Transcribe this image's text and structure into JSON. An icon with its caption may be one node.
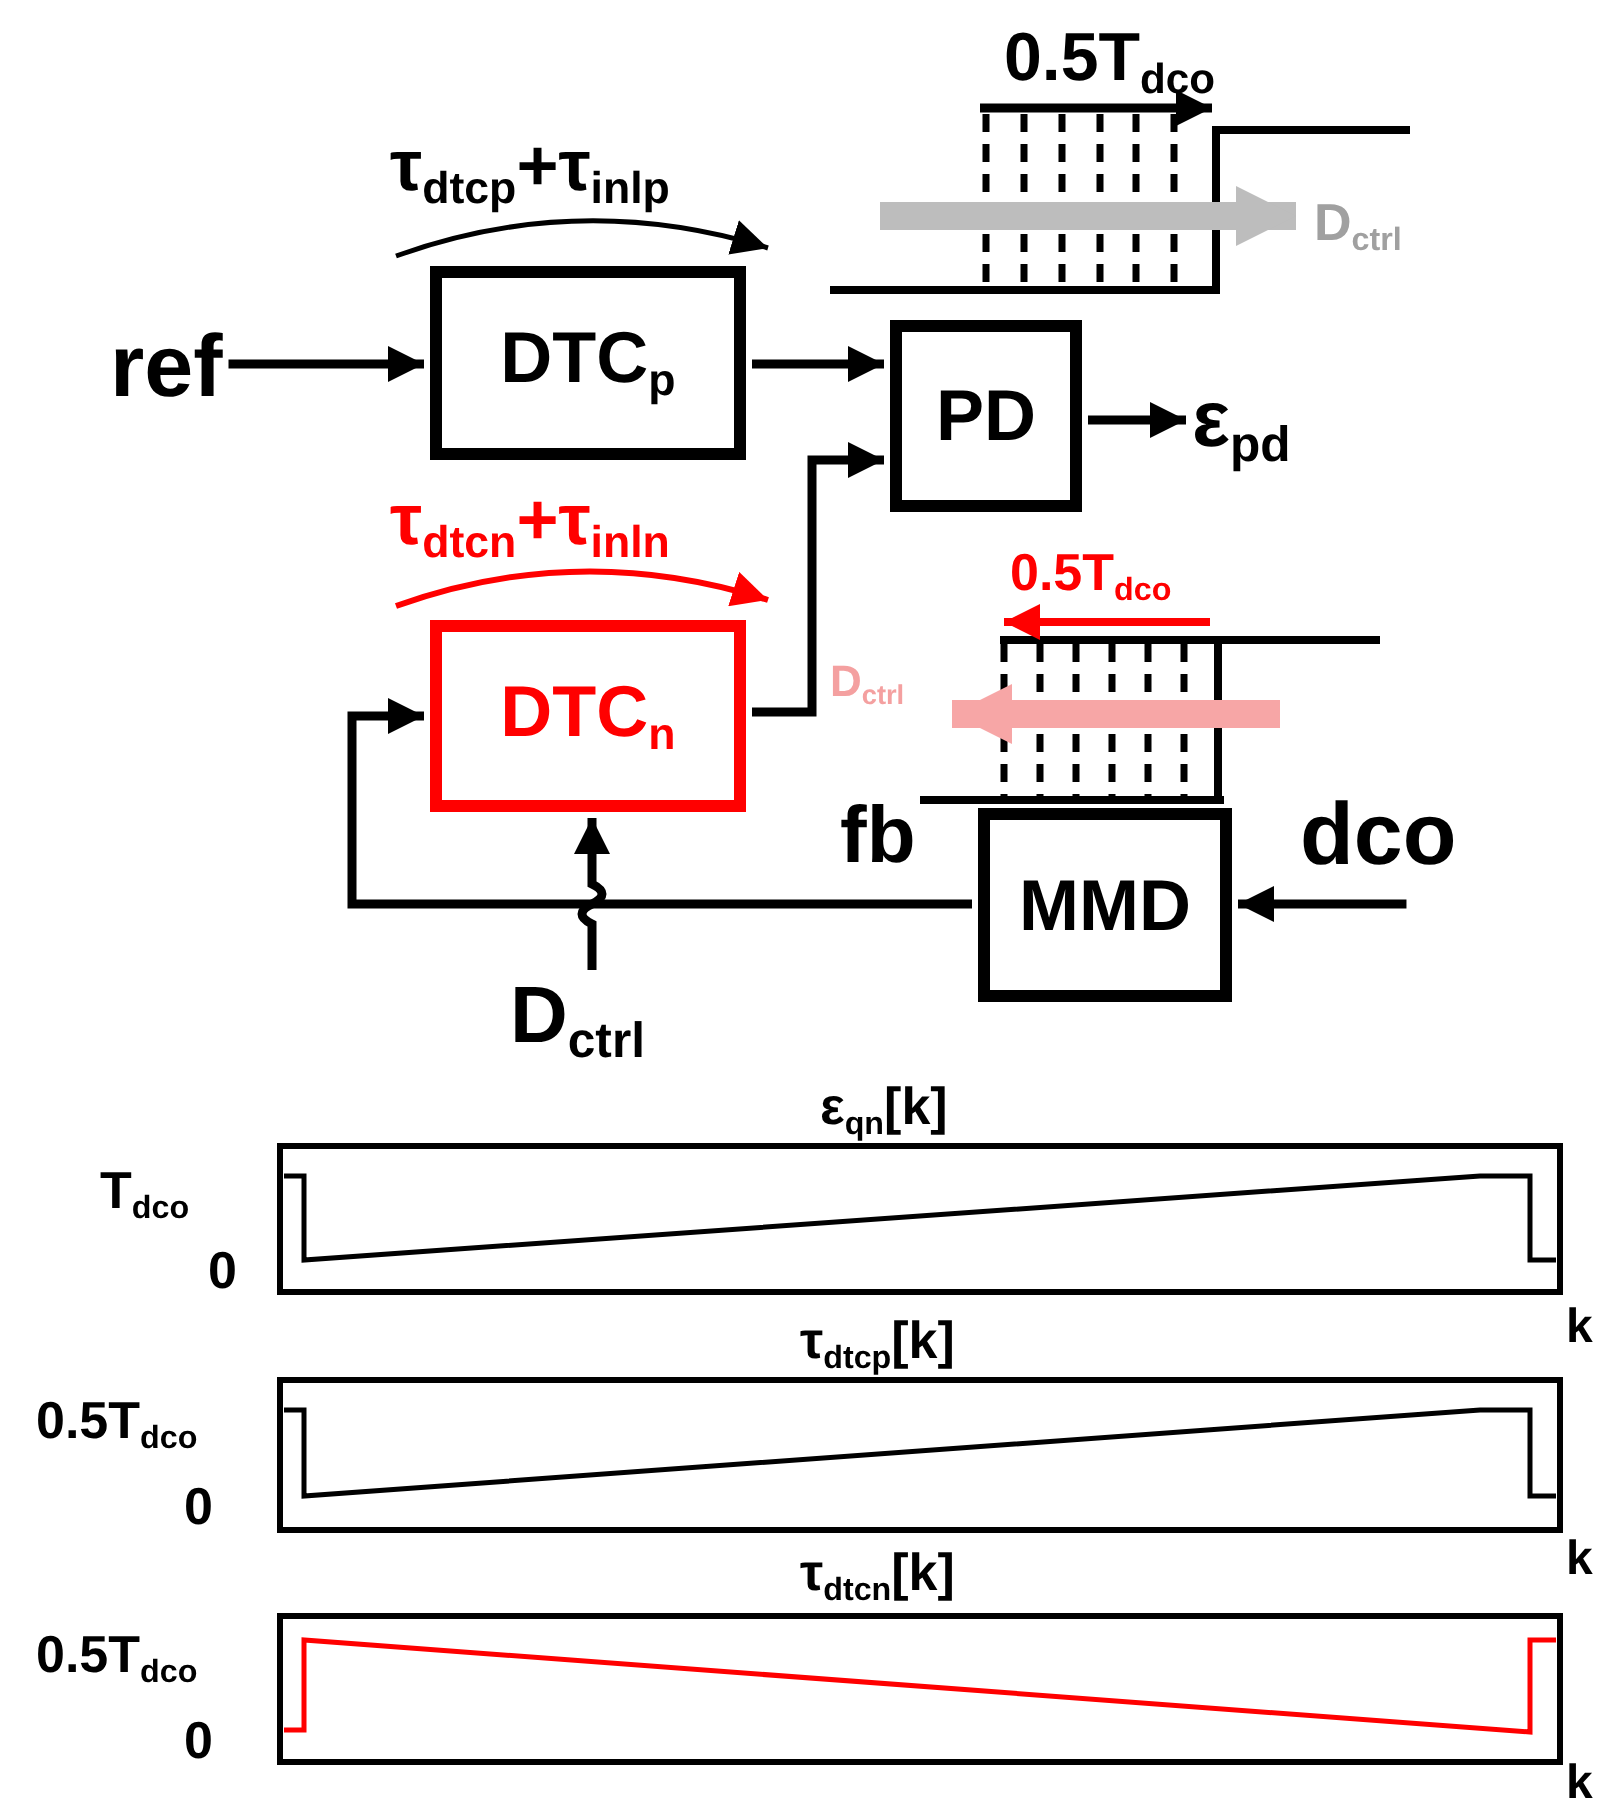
{
  "diagram": {
    "nodes": [
      {
        "text": [
          "ref"
        ]
      },
      {
        "text": [
          "DTC$_{p}$"
        ]
      },
      {
        "text": [
          "PD"
        ]
      },
      {
        "text": [
          "ε$_{pd}$"
        ]
      },
      {
        "text": [
          "DTC$_{n}$"
        ]
      },
      {
        "text": [
          "MMD"
        ]
      },
      {
        "text": [
          "dco"
        ]
      },
      {
        "text": [
          "D$_{ctrl}$"
        ]
      }
    ],
    "edges": [
      {
        "from": 0,
        "to": 1,
        "arrow": "to"
      },
      {
        "from": 1,
        "to": 2,
        "arrow": "to"
      },
      {
        "from": 2,
        "to": 3,
        "arrow": "to"
      },
      {
        "from": 4,
        "to": 2,
        "arrow": "to"
      },
      {
        "from": 5,
        "to": 4,
        "arrow": "to",
        "label": "fb"
      },
      {
        "from": 6,
        "to": 5,
        "arrow": "to"
      },
      {
        "from": 7,
        "to": 4,
        "arrow": "to"
      }
    ],
    "labels": [
      "0.5T$_{dco}$",
      "D$_{ctrl}$",
      "τ$_{dtcp}$+τ$_{inlp}$",
      "τ$_{dtcn}$+τ$_{inln}$",
      "0.5T$_{dco}$",
      "D$_{ctrl}$",
      "ε$_{qn}$[k]",
      "T$_{dco}$",
      "0",
      "k",
      "τ$_{dtcp}$[k]",
      "0.5T$_{dco}$",
      "0",
      "k",
      "τ$_{dtcn}$[k]",
      "0.5T$_{dco}$",
      "0",
      "k"
    ]
  }
}
